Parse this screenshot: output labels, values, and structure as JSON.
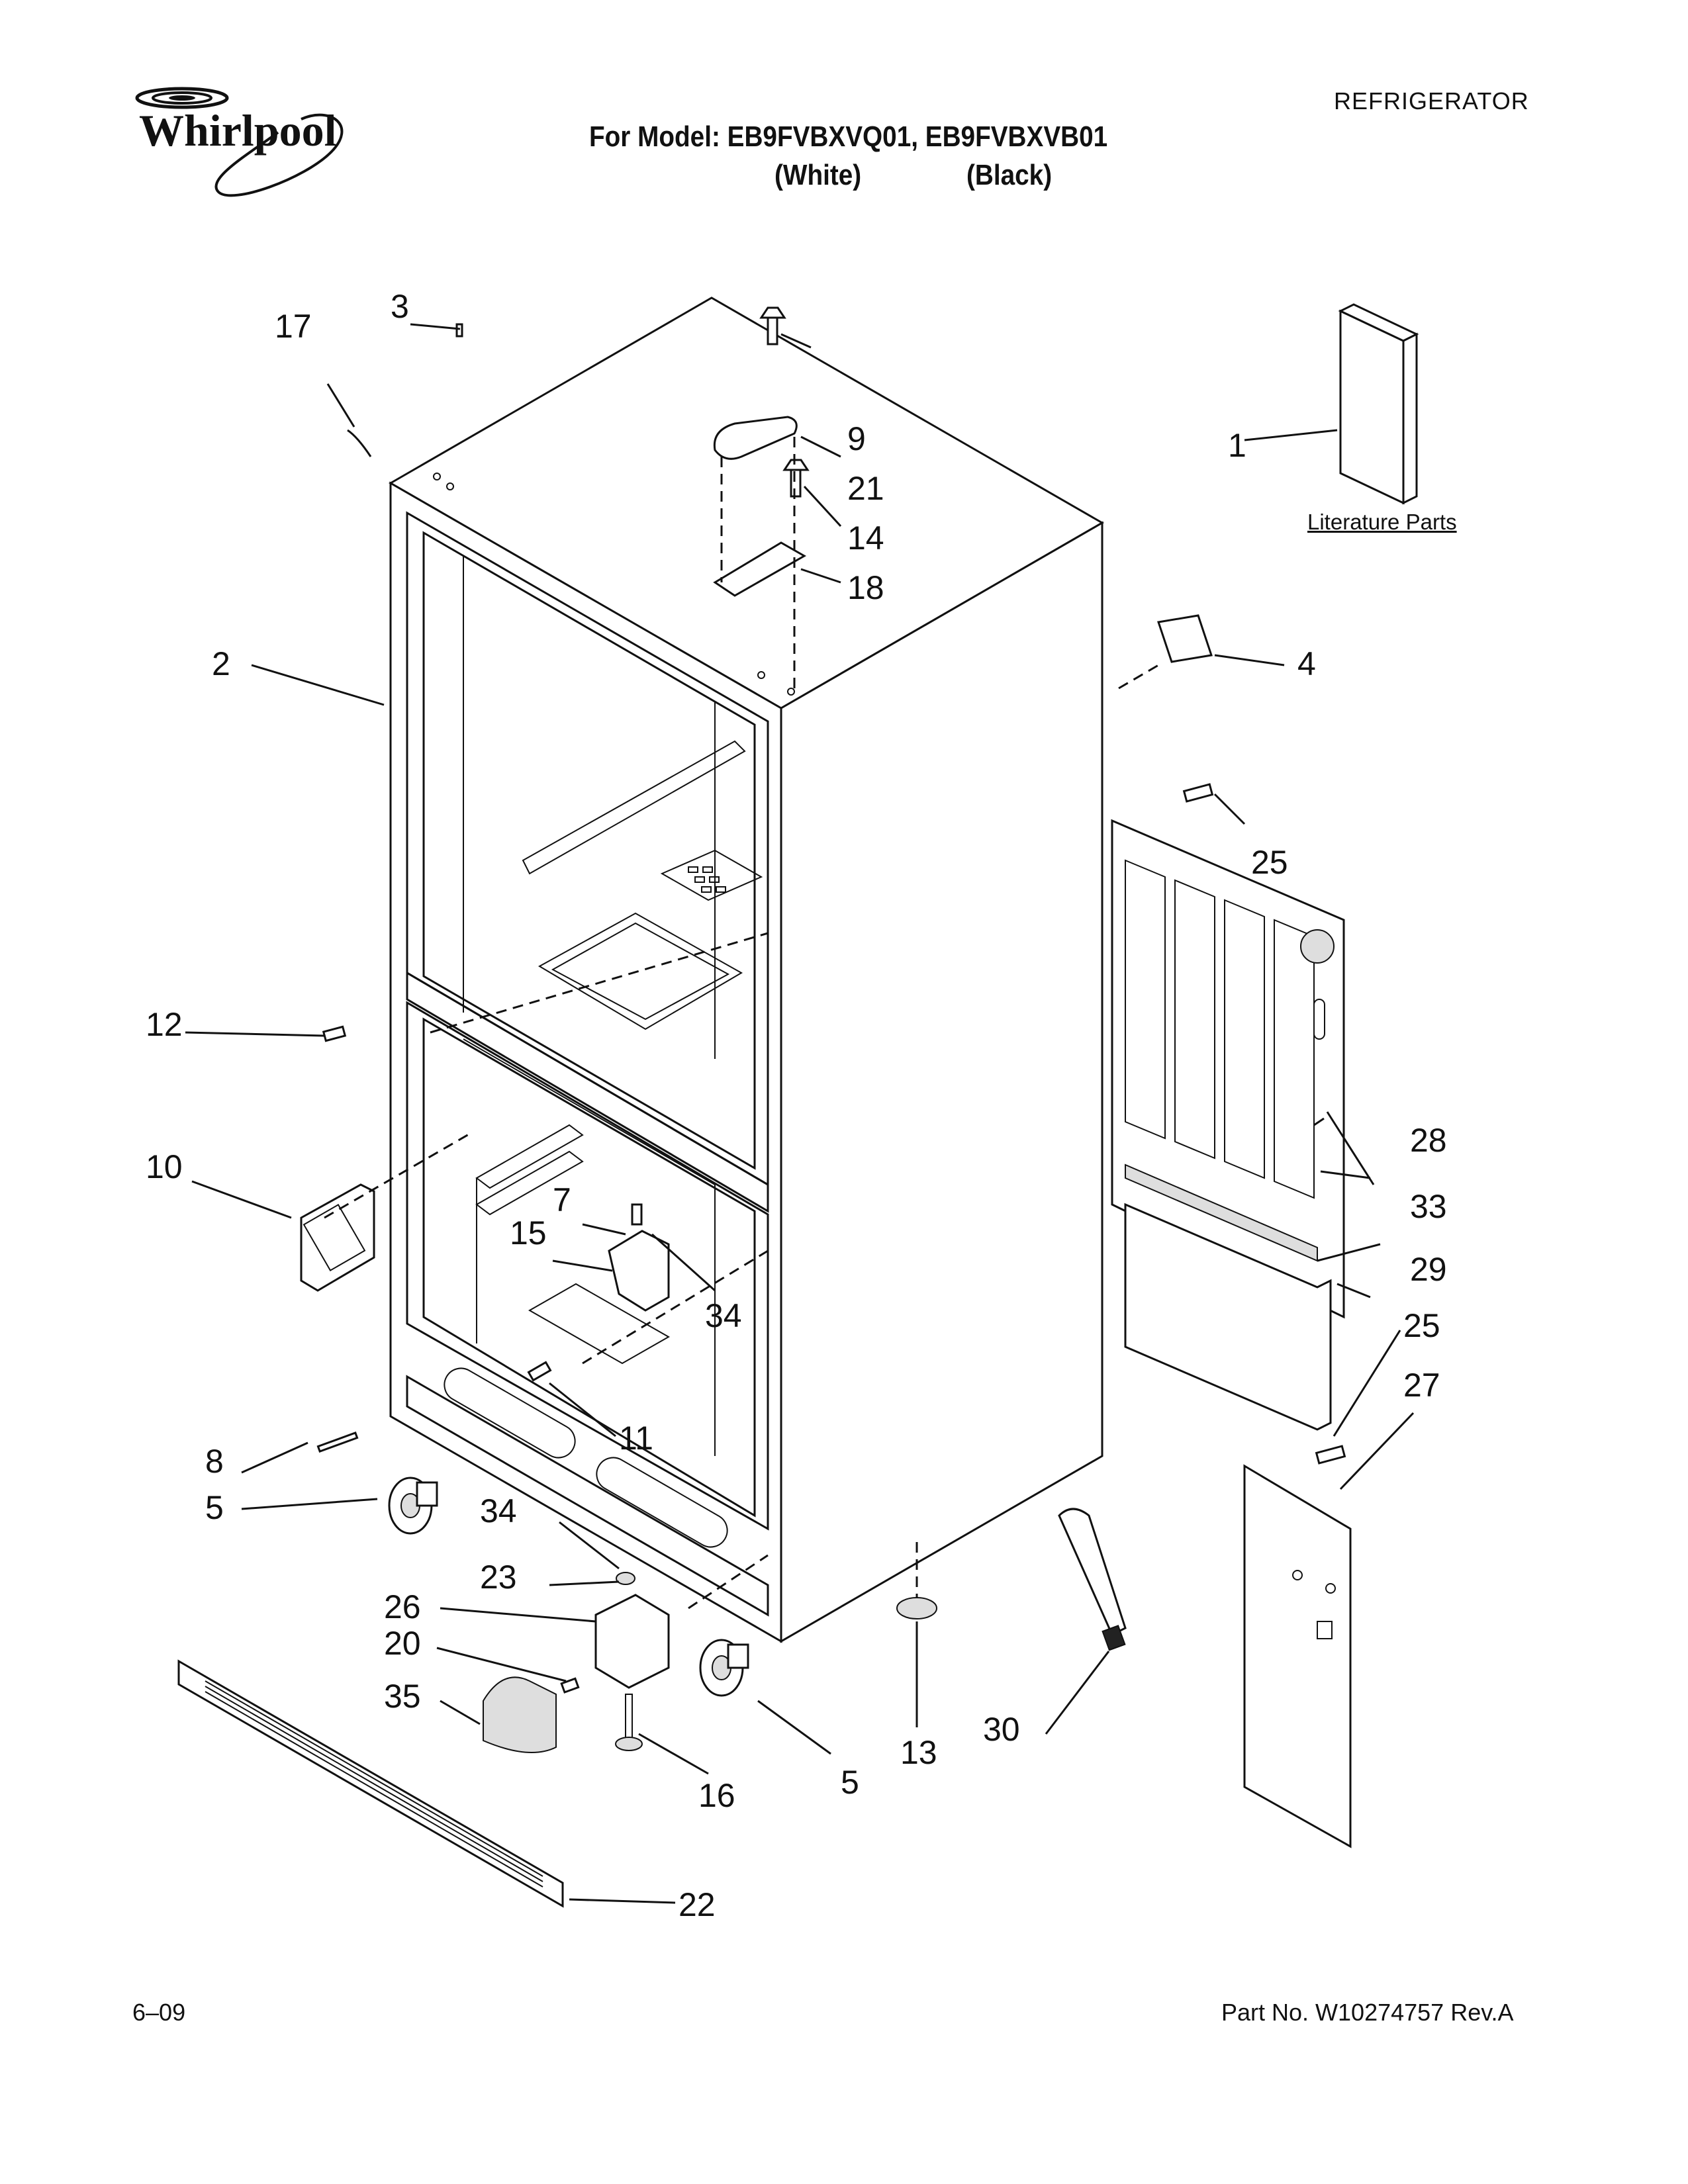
{
  "header": {
    "brand": "Whirlpool",
    "category": "REFRIGERATOR",
    "model_line": "For Model: EB9FVBXVQ01, EB9FVBXVB01",
    "color_white": "(White)",
    "color_black": "(Black)"
  },
  "literature": {
    "label": "Literature Parts"
  },
  "callouts": [
    "1",
    "2",
    "3",
    "4",
    "5",
    "5",
    "7",
    "8",
    "9",
    "10",
    "11",
    "12",
    "13",
    "14",
    "15",
    "16",
    "17",
    "18",
    "20",
    "21",
    "22",
    "23",
    "25",
    "25",
    "26",
    "27",
    "28",
    "29",
    "30",
    "33",
    "34",
    "34",
    "35"
  ],
  "footer": {
    "date": "6–09",
    "part_number": "Part No. W10274757 Rev.A"
  }
}
